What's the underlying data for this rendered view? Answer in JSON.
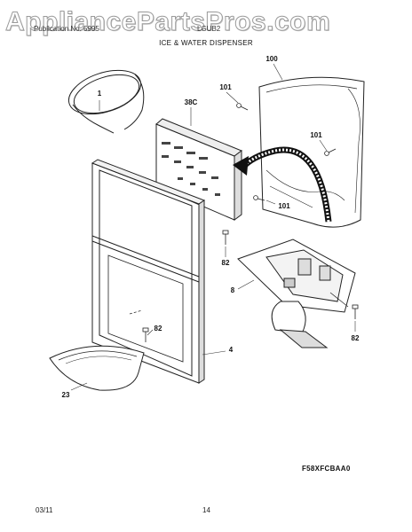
{
  "watermark": "AppliancePartsPros.com",
  "header": {
    "publication": "Publication No. 5995",
    "model": "LGUB2"
  },
  "section_title": "ICE & WATER DISPENSER",
  "callouts": {
    "c1": "1",
    "c38c": "38C",
    "c100": "100",
    "c101a": "101",
    "c101b": "101",
    "c101c": "101",
    "c82a": "82",
    "c8": "8",
    "c82b": "82",
    "c82c": "82",
    "c4": "4",
    "c23": "23"
  },
  "figure_code": "F58XFCBAA0",
  "footer": {
    "date": "03/11",
    "page": "14"
  }
}
